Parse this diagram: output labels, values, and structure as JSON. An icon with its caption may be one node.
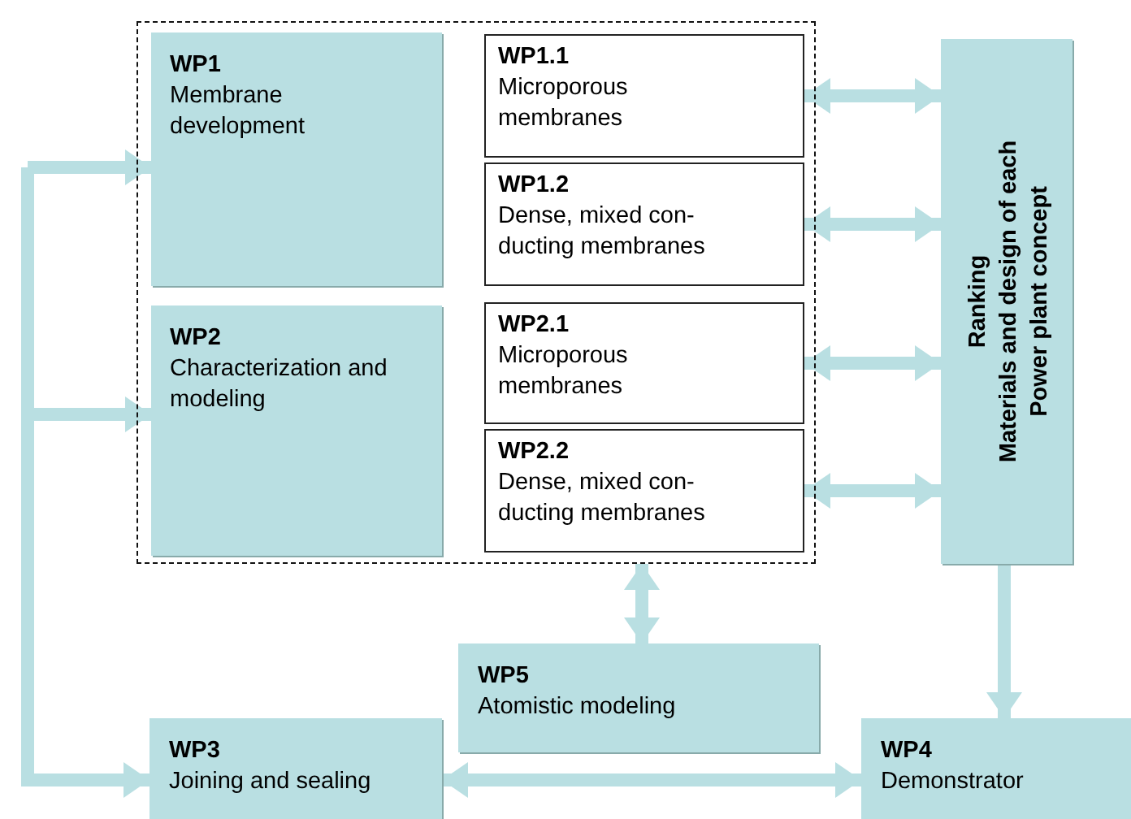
{
  "diagram": {
    "nodes": [
      {
        "text": [],
        "shape": "box"
      },
      {
        "text": [
          "WP1",
          "Membrane development"
        ],
        "in": 0
      },
      {
        "text": [
          "WP1.1",
          "Microporous membranes"
        ],
        "in": 0
      },
      {
        "text": [
          "WP1.2",
          "Dense, mixed con-ducting membranes"
        ],
        "in": 0
      },
      {
        "text": [
          "WP2",
          "Characterization and modeling"
        ],
        "in": 0
      },
      {
        "text": [
          "WP2.1",
          "Microporous membranes"
        ],
        "in": 0
      },
      {
        "text": [
          "WP2.2",
          "Dense, mixed con-ducting membranes"
        ],
        "in": 0
      },
      {
        "text": [
          "Ranking",
          "Materials and design of each Power plant concept"
        ]
      },
      {
        "text": [
          "WP5",
          "Atomistic modeling"
        ]
      },
      {
        "text": [
          "WP3",
          "Joining and sealing"
        ]
      },
      {
        "text": [
          "WP4",
          "Demonstrator"
        ]
      }
    ],
    "edges": [
      {
        "from": 2,
        "to": 7,
        "arrow": "both"
      },
      {
        "from": 3,
        "to": 7,
        "arrow": "both"
      },
      {
        "from": 5,
        "to": 7,
        "arrow": "both"
      },
      {
        "from": 6,
        "to": 7,
        "arrow": "both"
      },
      {
        "from": 0,
        "to": 8,
        "arrow": "both"
      },
      {
        "from": 7,
        "to": 10,
        "arrow": "to"
      },
      {
        "from": 9,
        "to": 10,
        "arrow": "both"
      },
      {
        "from": null,
        "to": 1,
        "arrow": "to"
      },
      {
        "from": null,
        "to": 4,
        "arrow": "to"
      },
      {
        "from": null,
        "to": 9,
        "arrow": "to"
      }
    ]
  }
}
